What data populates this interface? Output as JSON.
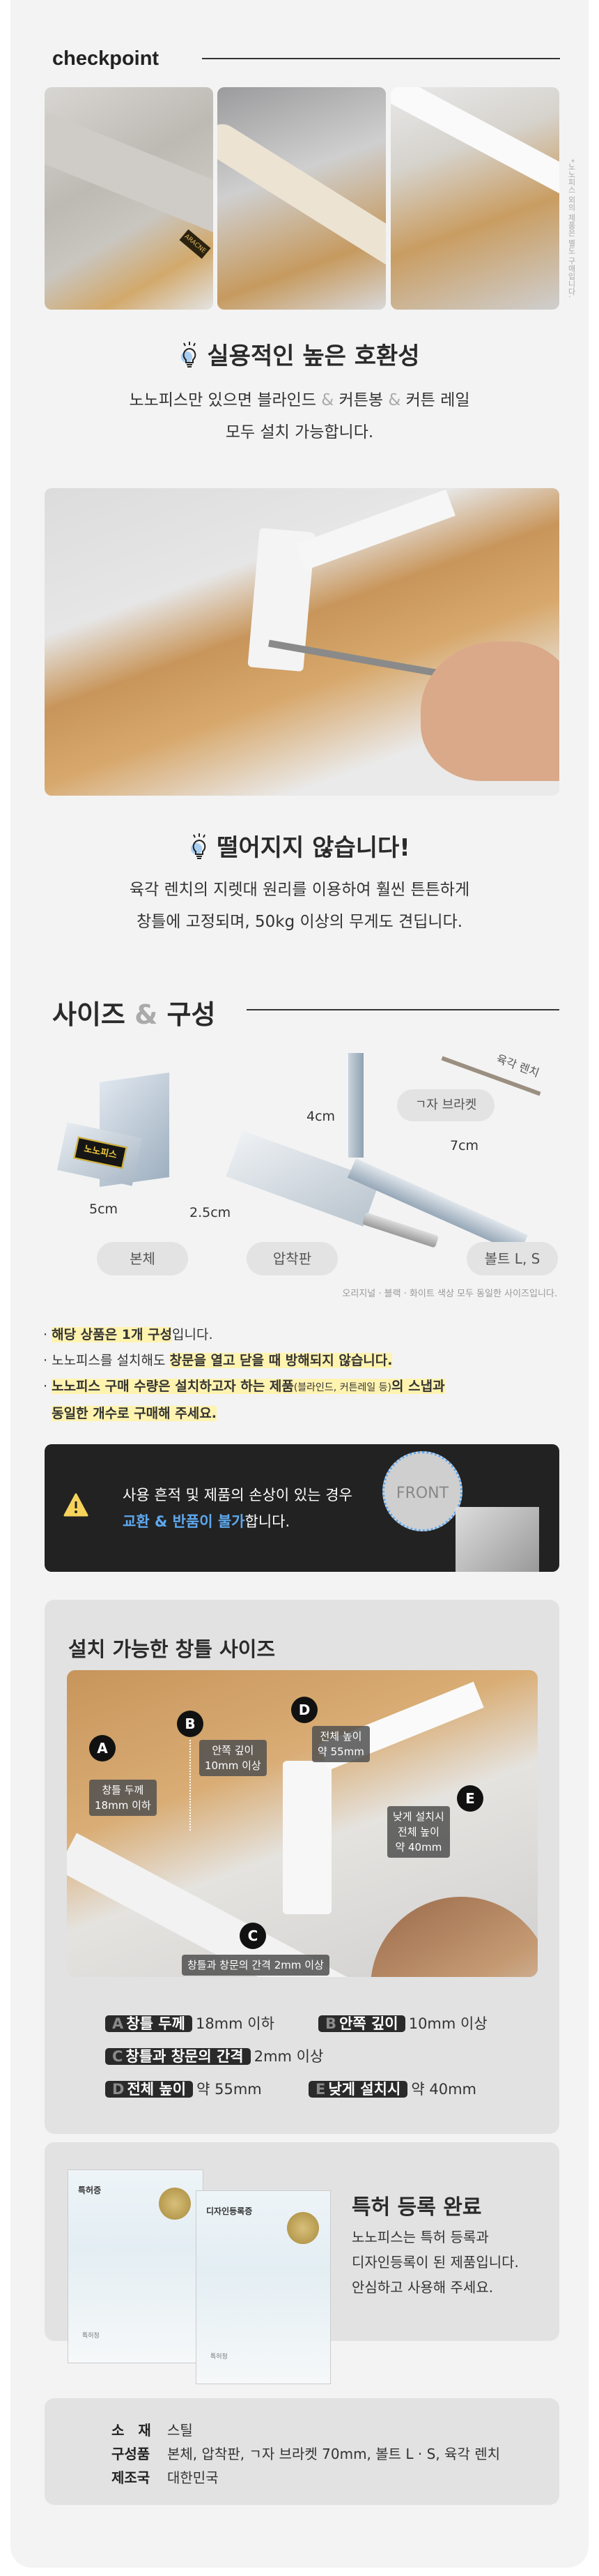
{
  "checkpoint": {
    "title": "checkpoint",
    "side_note": "*노노피스 외의 제품은 별도 구매입니다."
  },
  "compat": {
    "title": "실용적인 높은 호환성",
    "line1_a": "노노피스만 있으면 블라인드",
    "amp": "&",
    "line1_b": "커튼봉",
    "line1_c": "커튼 레일",
    "line2": "모두 설치 가능합니다."
  },
  "photos": {
    "blind_brand": "ARACNE"
  },
  "nofall": {
    "title": "떨어지지 않습니다!",
    "line1": "육각 렌치의 지렛대 원리를 이용하여 훨씬 튼튼하게",
    "line2": "창틀에 고정되며, 50kg 이상의 무게도 견딥니다."
  },
  "size_section": {
    "title_a": "사이즈",
    "amp": "&",
    "title_b": "구성",
    "labels": {
      "body": "본체",
      "plate": "압착판",
      "bolt": "볼트 L, S",
      "bracket": "ㄱ자 브라켓",
      "wrench": "육각 렌치"
    },
    "dims": {
      "height": "4cm",
      "length": "7cm",
      "width": "5cm",
      "depth": "2.5cm"
    },
    "logo": "노노피스",
    "note": "오리지널 · 블랙 · 화이트 색상 모두 동일한 사이즈입니다."
  },
  "bullets": [
    {
      "hl": "해당 상품은 1개 구성",
      "rest": "입니다."
    },
    {
      "pre": "노노피스를 설치해도 ",
      "hl": "창문을 열고 닫을 때 방해되지 않습니다."
    },
    {
      "hl_a": "노노피스 구매 수량은 설치하고자 하는 제품",
      "small": "(블라인드, 커튼레일 등)",
      "hl_b": "의 스냅과",
      "hl_c": "동일한 개수로 구매해 주세요."
    }
  ],
  "warning": {
    "line1": "사용 흔적 및 제품의 손상이 있는 경우",
    "blue": "교환 & 반품이 불가",
    "rest": "합니다.",
    "stamp": "FRONT"
  },
  "window_size": {
    "title": "설치 가능한 창틀 사이즈",
    "callouts": {
      "A": {
        "badge": "A",
        "line1": "창틀 두께",
        "line2": "18mm 이하"
      },
      "B": {
        "badge": "B",
        "line1": "안쪽 깊이",
        "line2": "10mm 이상"
      },
      "C": {
        "badge": "C",
        "line1": "창틀과 창문의 간격 2mm 이상"
      },
      "D": {
        "badge": "D",
        "line1": "전체 높이",
        "line2": "약 55mm"
      },
      "E": {
        "badge": "E",
        "line1": "낮게 설치시",
        "line2": "전체 높이",
        "line3": "약 40mm"
      }
    },
    "legend": [
      {
        "letter": "A",
        "label": "창틀 두께",
        "value": "18mm 이하"
      },
      {
        "letter": "B",
        "label": "안쪽 깊이",
        "value": "10mm 이상"
      },
      {
        "letter": "C",
        "label": "창틀과 창문의 간격",
        "value": "2mm 이상"
      },
      {
        "letter": "D",
        "label": "전체 높이",
        "value": "약 55mm"
      },
      {
        "letter": "E",
        "label": "낮게 설치시",
        "value": "약 40mm"
      }
    ]
  },
  "patent": {
    "title": "특허 등록 완료",
    "line1": "노노피스는 특허 등록과",
    "line2": "디자인등록이 된 제품입니다.",
    "line3": "안심하고 사용해 주세요.",
    "cert1": "특허증",
    "cert2": "디자인등록증",
    "office": "특허청"
  },
  "spec": [
    {
      "label": "소　재",
      "value": "스틸"
    },
    {
      "label": "구성품",
      "value": "본체, 압착판, ㄱ자 브라켓 70mm, 볼트 L · S, 육각 렌치"
    },
    {
      "label": "제조국",
      "value": "대한민국"
    }
  ],
  "colors": {
    "highlight": "#fff3b0",
    "accent_blue": "#5ea8ee",
    "warning_yellow": "#f6d35b"
  }
}
